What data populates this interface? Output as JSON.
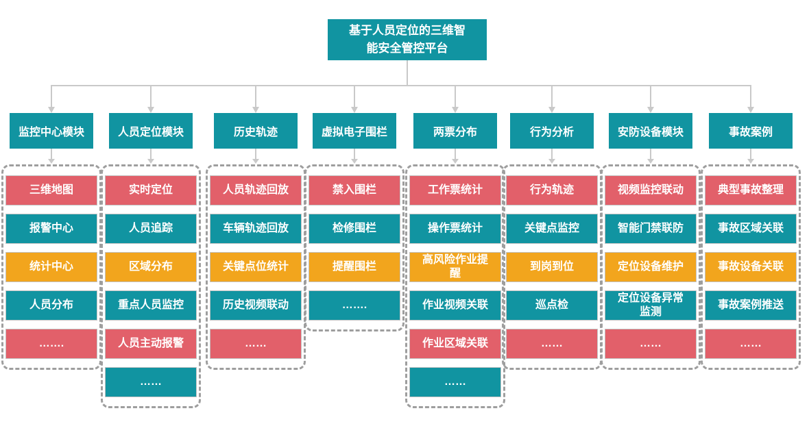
{
  "title": "基于人员定位的三维智能安全管控平台",
  "colors": {
    "teal": "#1194a1",
    "red": "#e2606a",
    "orange": "#f2a51d",
    "connector": "#c9c9c9",
    "dashed_border": "#9e9e9e"
  },
  "columns": [
    {
      "header": "监控中心模块",
      "items": [
        {
          "label": "三维地图",
          "color": "red"
        },
        {
          "label": "报警中心",
          "color": "teal"
        },
        {
          "label": "统计中心",
          "color": "orange"
        },
        {
          "label": "人员分布",
          "color": "teal"
        },
        {
          "label": "…….",
          "color": "red"
        }
      ]
    },
    {
      "header": "人员定位模块",
      "items": [
        {
          "label": "实时定位",
          "color": "red"
        },
        {
          "label": "人员追踪",
          "color": "teal"
        },
        {
          "label": "区域分布",
          "color": "orange"
        },
        {
          "label": "重点人员监控",
          "color": "teal"
        },
        {
          "label": "人员主动报警",
          "color": "red"
        },
        {
          "label": "……",
          "color": "teal"
        }
      ]
    },
    {
      "header": "历史轨迹",
      "items": [
        {
          "label": "人员轨迹回放",
          "color": "red"
        },
        {
          "label": "车辆轨迹回放",
          "color": "teal"
        },
        {
          "label": "关键点位统计",
          "color": "orange"
        },
        {
          "label": "历史视频联动",
          "color": "teal"
        },
        {
          "label": "……",
          "color": "red"
        }
      ]
    },
    {
      "header": "虚拟电子围栏",
      "items": [
        {
          "label": "禁入围栏",
          "color": "red"
        },
        {
          "label": "检修围栏",
          "color": "teal"
        },
        {
          "label": "提醒围栏",
          "color": "orange"
        },
        {
          "label": "…….",
          "color": "teal"
        }
      ]
    },
    {
      "header": "两票分布",
      "items": [
        {
          "label": "工作票统计",
          "color": "red"
        },
        {
          "label": "操作票统计",
          "color": "teal"
        },
        {
          "label": "高风险作业提醒",
          "color": "orange"
        },
        {
          "label": "作业视频关联",
          "color": "teal"
        },
        {
          "label": "作业区域关联",
          "color": "red"
        },
        {
          "label": "……",
          "color": "teal"
        }
      ]
    },
    {
      "header": "行为分析",
      "items": [
        {
          "label": "行为轨迹",
          "color": "red"
        },
        {
          "label": "关键点监控",
          "color": "teal"
        },
        {
          "label": "到岗到位",
          "color": "orange"
        },
        {
          "label": "巡点检",
          "color": "teal"
        },
        {
          "label": "……",
          "color": "red"
        }
      ]
    },
    {
      "header": "安防设备模块",
      "items": [
        {
          "label": "视频监控联动",
          "color": "red"
        },
        {
          "label": "智能门禁联防",
          "color": "teal"
        },
        {
          "label": "定位设备维护",
          "color": "orange"
        },
        {
          "label": "定位设备异常监测",
          "color": "teal"
        },
        {
          "label": "……",
          "color": "red"
        }
      ]
    },
    {
      "header": "事故案例",
      "items": [
        {
          "label": "典型事故整理",
          "color": "red"
        },
        {
          "label": "事故区域关联",
          "color": "teal"
        },
        {
          "label": "事故设备关联",
          "color": "orange"
        },
        {
          "label": "事故案例推送",
          "color": "teal"
        },
        {
          "label": "……",
          "color": "red"
        }
      ]
    }
  ]
}
